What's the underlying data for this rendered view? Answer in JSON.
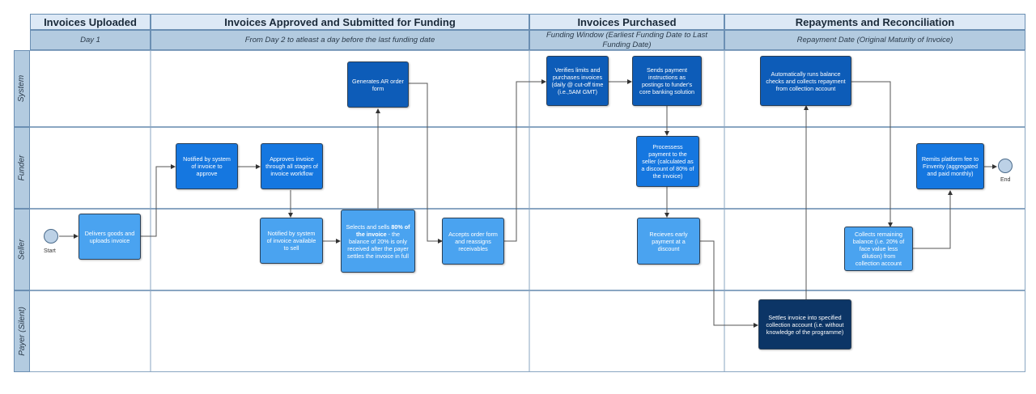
{
  "phases": [
    {
      "title": "Invoices Uploaded",
      "subtitle": "Day 1"
    },
    {
      "title": "Invoices Approved and Submitted for Funding",
      "subtitle": "From Day 2 to atleast a day before the last funding date"
    },
    {
      "title": "Invoices Purchased",
      "subtitle": "Funding Window (Earliest Funding Date to Last Funding Date)"
    },
    {
      "title": "Repayments and Reconciliation",
      "subtitle": "Repayment Date (Original Maturity of Invoice)"
    }
  ],
  "lanes": [
    "System",
    "Funder",
    "Seller",
    "Payer (Silent)"
  ],
  "nodes": {
    "start": "Start",
    "end": "End",
    "delivers": "Delivers goods and uploads invoice",
    "notified_approve": "Notified by system of invoice to approve",
    "approves": "Approves invoice through all stages of invoice workflow",
    "notified_sell": "Notified by system of invoice available to sell",
    "sells_pre": "Selects and sells ",
    "sells_bold": "80% of the invoice",
    "sells_post": " - the balance of 20% is only received after the payer settles the invoice in full",
    "generates": "Generates AR order form",
    "accepts": "Accepts order form and reassigns receivables",
    "verifies": "Verifies limits and purchases invoices (daily @ cut-off time (i.e.,5AM GMT)",
    "sends": "Sends payment instructions as postings to funder's core banking solution",
    "processes": "Processess payment to the seller (calculated as a discount of 80% of the invoice)",
    "receives": "Recieves early payment at a discount",
    "settles": "Settles invoice into specified collection account (i.e. without knowledge of the programme)",
    "auto_runs": "Automatically runs balance checks and collects repayment from collection account",
    "collects": "Collects remaining balance (i.e. 20% of face value less dilution) from collection account",
    "remits": "Remits platform fee to Finverity (aggregated and paid monthly)"
  },
  "colors": {
    "primary": "#1577e0",
    "dark": "#0d5cb8",
    "light": "#4aa3f0",
    "navy": "#0c3566",
    "header": "#dde9f6",
    "subheader": "#b3cbe0"
  }
}
